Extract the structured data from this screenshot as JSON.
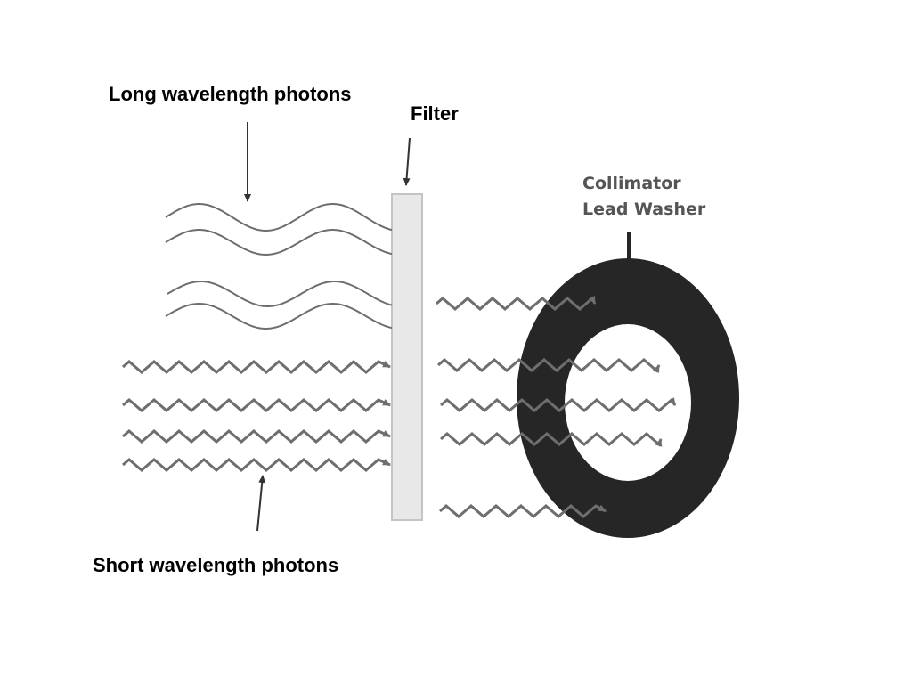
{
  "labels": {
    "long_wavelength": "Long wavelength photons",
    "short_wavelength": "Short wavelength photons",
    "filter": "Filter",
    "collimator_line1": "Collimator",
    "collimator_line2": "Lead Washer"
  },
  "colors": {
    "wave": "#6e6e6e",
    "filter_fill": "#e8e8e8",
    "filter_edge": "#c4c4c4",
    "washer": "#262626",
    "pointer": "#333333",
    "text": "#000000"
  },
  "icons": {
    "arrowhead": "triangle-arrowhead-icon"
  }
}
